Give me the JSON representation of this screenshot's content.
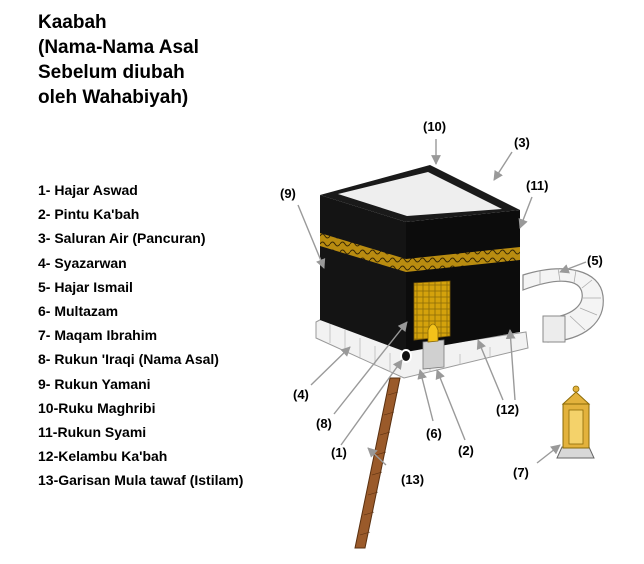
{
  "title_lines": [
    "Kaabah",
    "(Nama-Nama Asal",
    "Sebelum diubah",
    "oleh Wahabiyah)"
  ],
  "legend": [
    "1-  Hajar Aswad",
    "2-  Pintu Ka'bah",
    "3-  Saluran Air (Pancuran)",
    "4-  Syazarwan",
    "5-  Hajar Ismail",
    "6-  Multazam",
    "7-  Maqam Ibrahim",
    "8-  Rukun 'Iraqi (Nama Asal)",
    "9-  Rukun Yamani",
    "10-Ruku Maghribi",
    "11-Rukun Syami",
    "12-Kelambu Ka'bah",
    "13-Garisan Mula tawaf (Istilam)"
  ],
  "callouts": {
    "n1": "(1)",
    "n2": "(2)",
    "n3": "(3)",
    "n4": "(4)",
    "n5": "(5)",
    "n6": "(6)",
    "n7": "(7)",
    "n8": "(8)",
    "n9": "(9)",
    "n10": "(10)",
    "n11": "(11)",
    "n12": "(12)",
    "n13": "(13)"
  },
  "colors": {
    "kaaba_black": "#111111",
    "gold": "#d4a20c",
    "roof": "#ececec",
    "base_marble": "#f2f2f2",
    "tawaf_line": "#9a5a2a"
  }
}
